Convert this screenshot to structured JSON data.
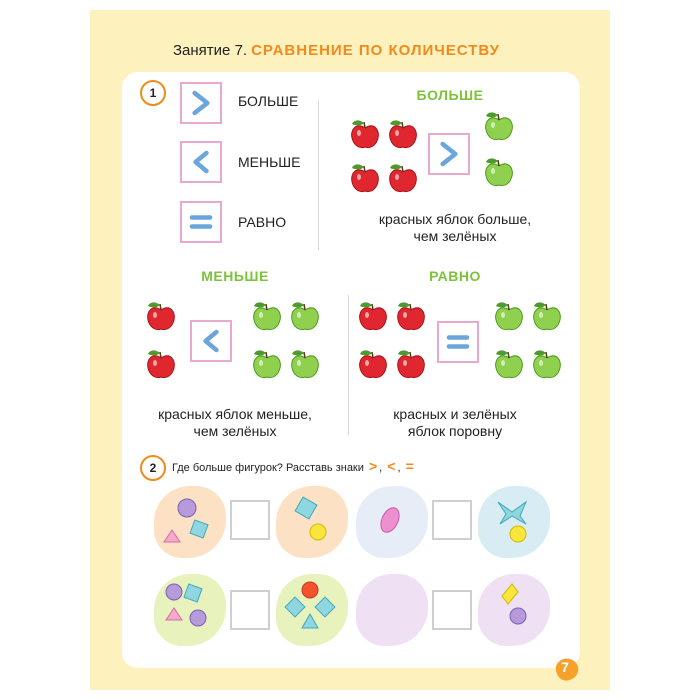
{
  "header": {
    "lesson": "Занятие 7.",
    "topic": "СРАВНЕНИЕ ПО КОЛИЧЕСТВУ"
  },
  "task1": {
    "number": "1",
    "legend": [
      {
        "icon": "greater-than-icon",
        "label": "БОЛЬШЕ"
      },
      {
        "icon": "less-than-icon",
        "label": "МЕНЬШЕ"
      },
      {
        "icon": "equals-icon",
        "label": "РАВНО"
      }
    ],
    "examples": [
      {
        "heading": "БОЛЬШЕ",
        "caption": [
          "красных яблок больше,",
          "чем зелёных"
        ]
      },
      {
        "heading": "МЕНЬШЕ",
        "caption": [
          "красных яблок меньше,",
          "чем зелёных"
        ]
      },
      {
        "heading": "РАВНО",
        "caption": [
          "красных и зелёных",
          "яблок поровну"
        ]
      }
    ]
  },
  "task2": {
    "number": "2",
    "prompt": "Где больше фигурок? Расставь знаки",
    "signs": [
      ">",
      "<",
      "="
    ]
  },
  "page_number": "7",
  "colors": {
    "accent": "#f08a1c",
    "green_heading": "#7cc33a",
    "sign_blue": "#6aa6dc",
    "box_pink": "#e9a9cf",
    "page_bg": "#fdf1bd"
  }
}
